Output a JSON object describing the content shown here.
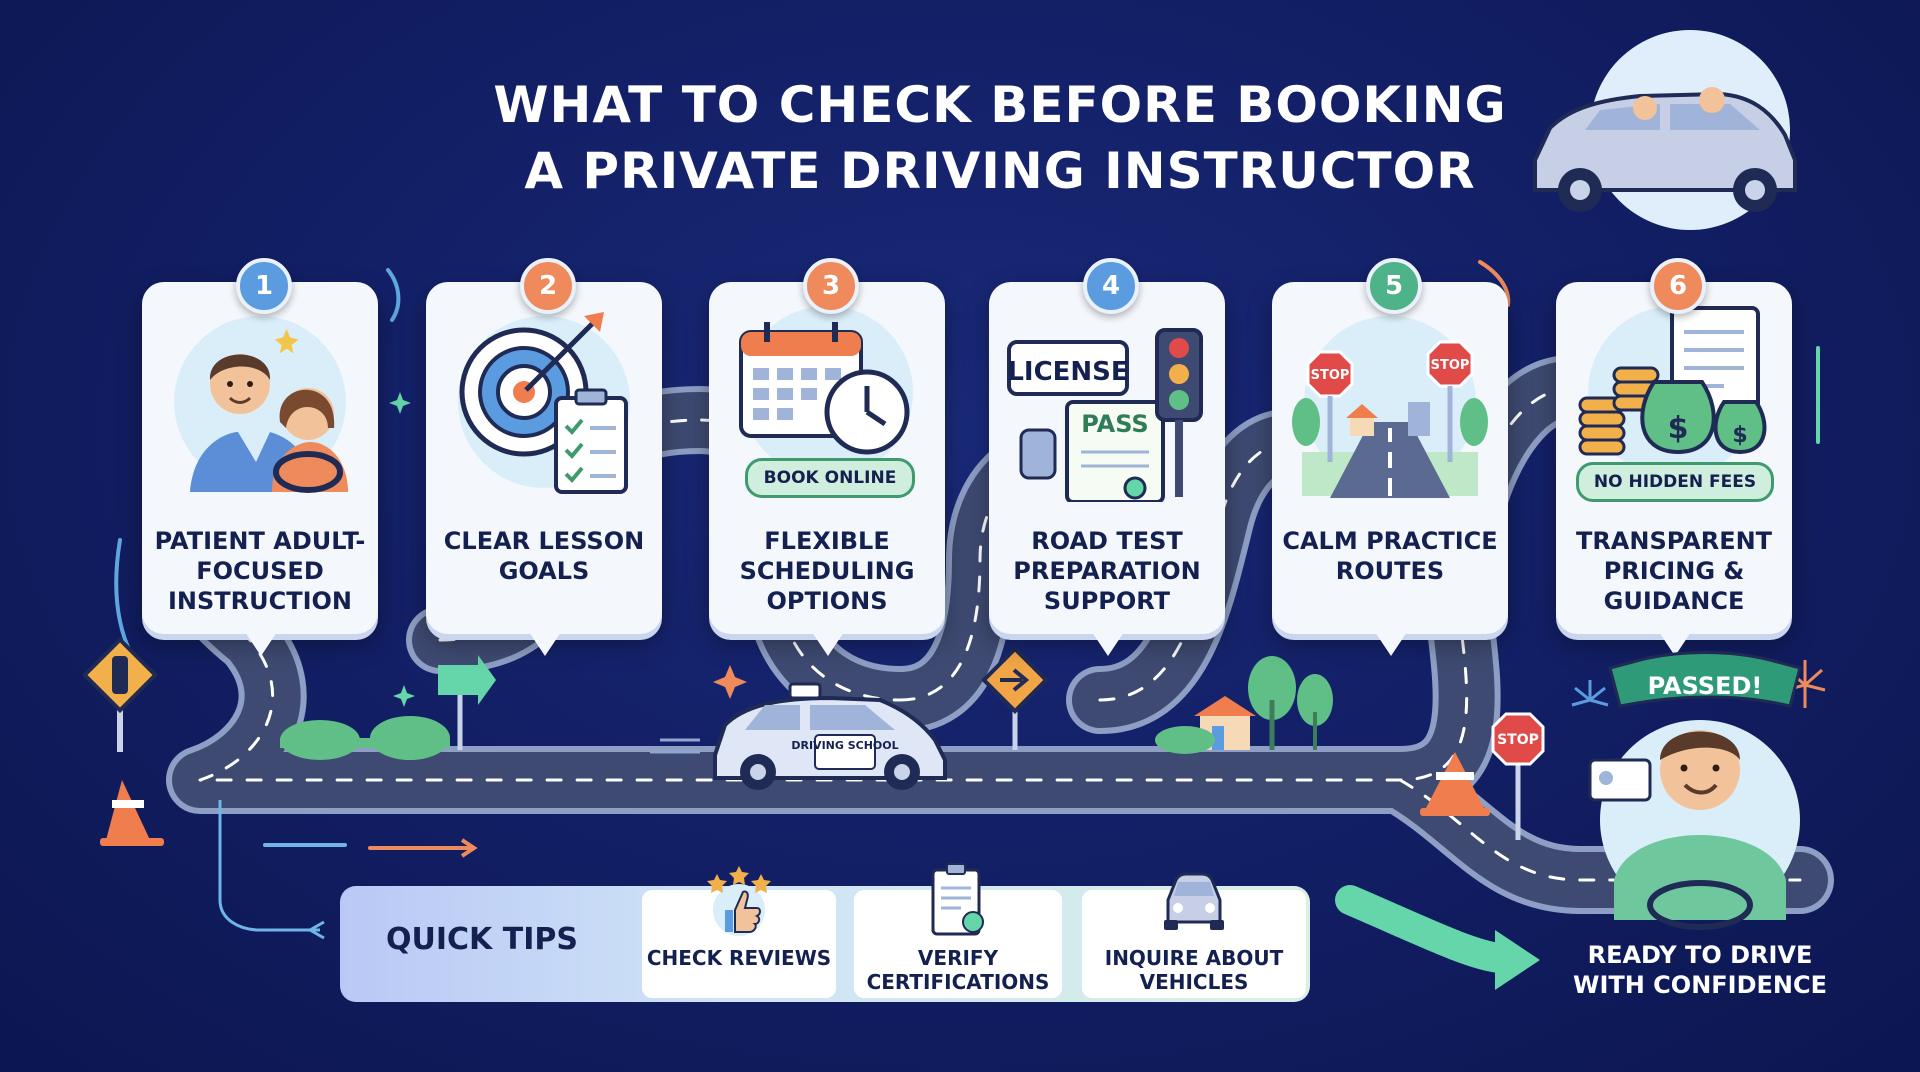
{
  "title": {
    "line1": "WHAT TO CHECK BEFORE BOOKING",
    "line2": "A PRIVATE DRIVING INSTRUCTOR"
  },
  "colors": {
    "background": "#132067",
    "card": "#f4f8fd",
    "text_dark": "#14204f",
    "badge_blue": "#5b9be0",
    "badge_orange": "#ef8a5c",
    "badge_green": "#4fb38a"
  },
  "steps": [
    {
      "number": "1",
      "label": "PATIENT ADULT-FOCUSED INSTRUCTION",
      "icon": "instructor-student-icon",
      "badge_color": "#5b9be0"
    },
    {
      "number": "2",
      "label": "CLEAR LESSON GOALS",
      "icon": "target-checklist-icon",
      "badge_color": "#ef8a5c"
    },
    {
      "number": "3",
      "label": "FLEXIBLE SCHEDULING OPTIONS",
      "icon": "calendar-clock-icon",
      "badge_color": "#ef8a5c",
      "pill": "BOOK ONLINE"
    },
    {
      "number": "4",
      "label": "ROAD TEST PREPARATION SUPPORT",
      "icon": "license-traffic-light-icon",
      "badge_color": "#5b9be0",
      "sign1": "LICENSE",
      "sign2": "PASS"
    },
    {
      "number": "5",
      "label": "CALM PRACTICE ROUTES",
      "icon": "quiet-road-icon",
      "badge_color": "#4fb38a",
      "sign1": "STOP",
      "sign2": "STOP"
    },
    {
      "number": "6",
      "label": "TRANSPARENT PRICING & GUIDANCE",
      "icon": "coins-money-bags-icon",
      "badge_color": "#ef8a5c",
      "pill": "NO HIDDEN FEES"
    }
  ],
  "scene": {
    "car_door_text": "DRIVING SCHOOL",
    "stop_sign": "STOP",
    "banner": "PASSED!"
  },
  "quick_tips": {
    "title": "QUICK TIPS",
    "items": [
      {
        "label": "CHECK REVIEWS",
        "icon": "thumbs-up-stars-icon"
      },
      {
        "label": "VERIFY CERTIFICATIONS",
        "icon": "certificate-clipboard-icon"
      },
      {
        "label": "INQUIRE ABOUT VEHICLES",
        "icon": "car-front-icon"
      }
    ]
  },
  "final": {
    "label": "READY TO DRIVE WITH CONFIDENCE"
  }
}
